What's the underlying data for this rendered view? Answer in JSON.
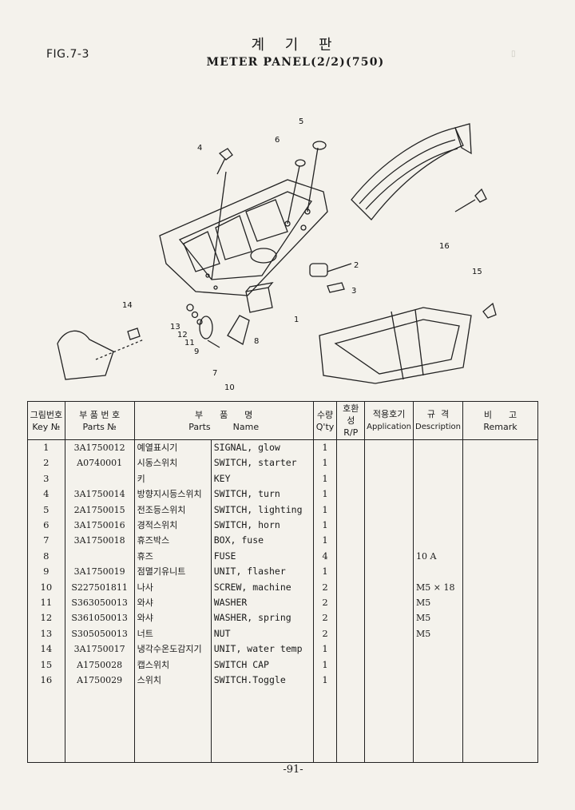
{
  "header": {
    "fig_label": "FIG.7-3",
    "title_korean": "계 기 판",
    "title_english": "METER PANEL(2/2)(750)"
  },
  "diagram": {
    "callouts": [
      "1",
      "2",
      "3",
      "4",
      "5",
      "6",
      "7",
      "8",
      "9",
      "10",
      "11",
      "12",
      "13",
      "14",
      "15",
      "16"
    ]
  },
  "table": {
    "headers": {
      "key_ko": "그림번호",
      "key_en": "Key №",
      "parts_ko": "부 품 번 호",
      "parts_en": "Parts №",
      "name_ko": "부      품      명",
      "name_en_left": "Parts",
      "name_en_right": "Name",
      "qty_ko": "수량",
      "qty_en": "Q'ty",
      "rp_ko": "호환성",
      "rp_en": "R/P",
      "app_ko": "적용호기",
      "app_en": "Application",
      "desc_ko": "규  격",
      "desc_en": "Description",
      "remark_ko": "비      고",
      "remark_en": "Remark"
    },
    "rows": [
      {
        "key": "1",
        "part": "3A1750012",
        "ko": "예열표시기",
        "en": "SIGNAL, glow",
        "qty": "1",
        "desc": ""
      },
      {
        "key": "2",
        "part": "A0740001",
        "ko": "시동스위치",
        "en": "SWITCH, starter",
        "qty": "1",
        "desc": ""
      },
      {
        "key": "3",
        "part": "",
        "ko": "키",
        "en": "KEY",
        "qty": "1",
        "desc": ""
      },
      {
        "key": "4",
        "part": "3A1750014",
        "ko": "방향지시등스위치",
        "en": "SWITCH, turn",
        "qty": "1",
        "desc": ""
      },
      {
        "key": "5",
        "part": "2A1750015",
        "ko": "전조등스위치",
        "en": "SWITCH, lighting",
        "qty": "1",
        "desc": ""
      },
      {
        "key": "6",
        "part": "3A1750016",
        "ko": "경적스위치",
        "en": "SWITCH, horn",
        "qty": "1",
        "desc": ""
      },
      {
        "key": "7",
        "part": "3A1750018",
        "ko": "휴즈박스",
        "en": "BOX, fuse",
        "qty": "1",
        "desc": ""
      },
      {
        "key": "8",
        "part": "",
        "ko": "휴즈",
        "en": "FUSE",
        "qty": "4",
        "desc": "10 A"
      },
      {
        "key": "9",
        "part": "3A1750019",
        "ko": "점멸기유니트",
        "en": "UNIT, flasher",
        "qty": "1",
        "desc": ""
      },
      {
        "key": "10",
        "part": "S227501811",
        "ko": "나사",
        "en": "SCREW, machine",
        "qty": "2",
        "desc": "M5 × 18"
      },
      {
        "key": "11",
        "part": "S363050013",
        "ko": "와샤",
        "en": "WASHER",
        "qty": "2",
        "desc": "M5"
      },
      {
        "key": "12",
        "part": "S361050013",
        "ko": "와샤",
        "en": "WASHER, spring",
        "qty": "2",
        "desc": "M5"
      },
      {
        "key": "13",
        "part": "S305050013",
        "ko": "너트",
        "en": "NUT",
        "qty": "2",
        "desc": "M5"
      },
      {
        "key": "14",
        "part": "3A1750017",
        "ko": "냉각수온도감지기",
        "en": "UNIT, water temp",
        "qty": "1",
        "desc": ""
      },
      {
        "key": "15",
        "part": "A1750028",
        "ko": "캡스위치",
        "en": "SWITCH CAP",
        "qty": "1",
        "desc": ""
      },
      {
        "key": "16",
        "part": "A1750029",
        "ko": "스위치",
        "en": "SWITCH.Toggle",
        "qty": "1",
        "desc": ""
      }
    ]
  },
  "footer": {
    "page_number": "-91-"
  }
}
